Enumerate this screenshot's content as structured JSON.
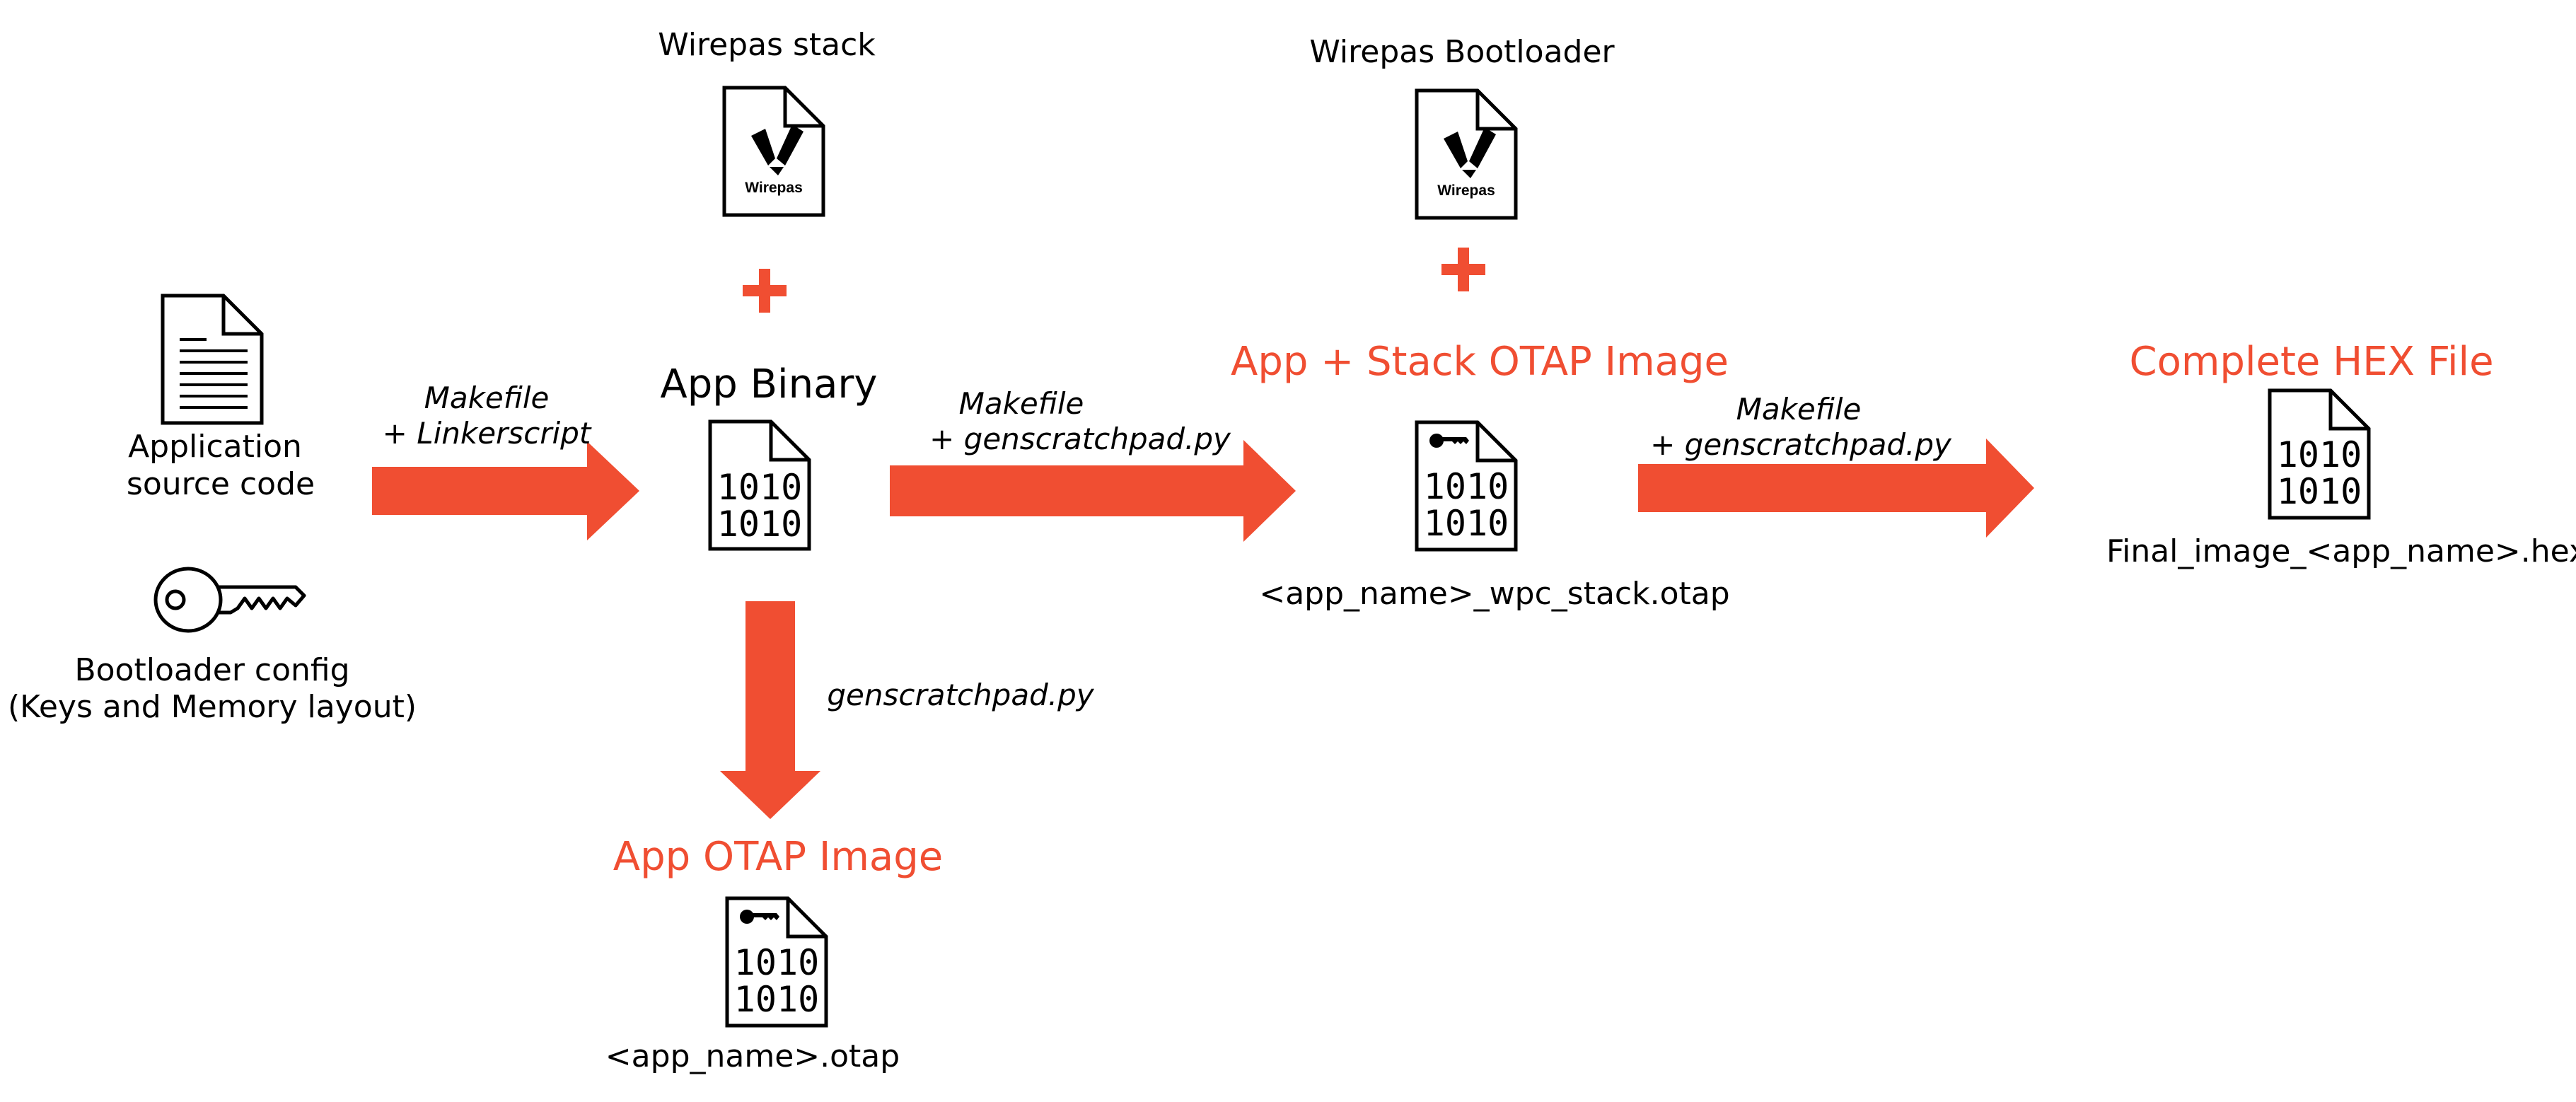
{
  "colors": {
    "accent": "#f04e32",
    "ink": "#000000"
  },
  "labels": {
    "wirepas_stack": "Wirepas stack",
    "wirepas_bootloader": "Wirepas Bootloader",
    "app_source_line1": "Application",
    "app_source_line2": "source code",
    "bootloader_config_line1": "Bootloader config",
    "bootloader_config_line2": "(Keys and Memory layout)",
    "app_binary": "App Binary",
    "app_stack_otap_image": "App + Stack OTAP Image",
    "complete_hex_file": "Complete HEX File",
    "app_otap_image": "App OTAP Image",
    "wpc_stack_filename": "<app_name>_wpc_stack.otap",
    "final_image_filename": "Final_image_<app_name>.hex",
    "otap_filename": "<app_name>.otap",
    "wirepas_logo_text": "Wirepas",
    "binary_digits": "1010"
  },
  "arrows": {
    "a1_line1": "Makefile",
    "a1_line2": "+ Linkerscript",
    "a2_line1": "Makefile",
    "a2_line2": "+ genscratchpad.py",
    "a3_line1": "Makefile",
    "a3_line2": "+ genscratchpad.py",
    "down": "genscratchpad.py"
  },
  "icons": [
    "document-icon",
    "key-icon",
    "wirepas-file-icon",
    "binary-file-icon",
    "encrypted-binary-file-icon",
    "plus-icon"
  ]
}
